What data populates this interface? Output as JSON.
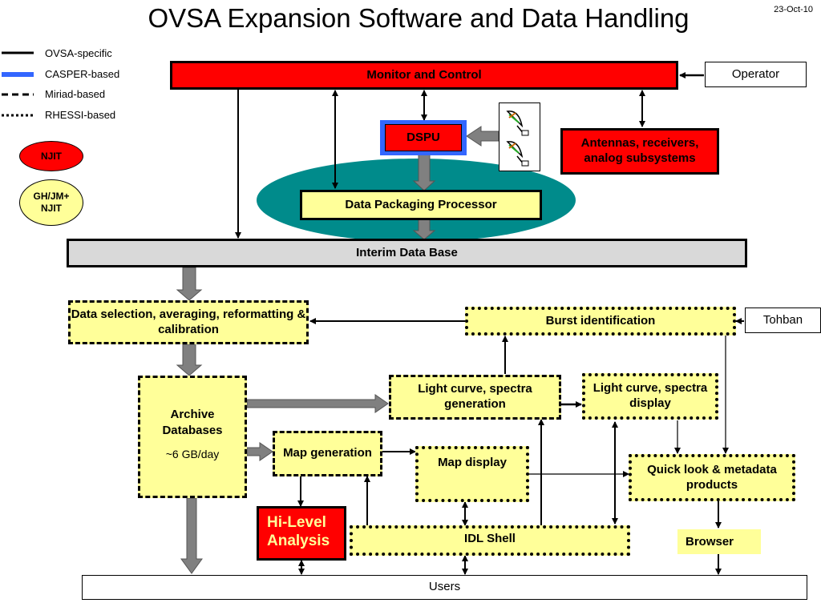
{
  "title": "OVSA Expansion Software and Data Handling",
  "date": "23-Oct-10",
  "legend": [
    {
      "label": "OVSA-specific"
    },
    {
      "label": "CASPER-based"
    },
    {
      "label": "Miriad-based"
    },
    {
      "label": "RHESSI-based"
    }
  ],
  "badges": {
    "njit": "NJIT",
    "ghjm_line1": "GH/JM+",
    "ghjm_line2": "NJIT"
  },
  "colors": {
    "red": "#ff0000",
    "casper_blue": "#3366ff",
    "teal": "#008b8b",
    "yellow": "#ffff99",
    "gray_arrow": "#808080",
    "interim_gray": "#d9d9d9"
  },
  "nodes": {
    "monitor_control": "Monitor and Control",
    "operator": "Operator",
    "dspu": "DSPU",
    "antennas": "Antennas, receivers, analog subsystems",
    "data_packaging": "Data Packaging Processor",
    "interim_db": "Interim Data Base",
    "data_selection": "Data selection, averaging, reformatting  &  calibration",
    "burst_id": "Burst identification",
    "tohban": "Tohban",
    "archive_line1": "Archive",
    "archive_line2": "Databases",
    "archive_size": "~6 GB/day",
    "lc_generation": "Light curve, spectra generation",
    "lc_display": "Light curve, spectra   display",
    "map_generation": "Map generation",
    "map_display": "Map   display",
    "quicklook": "Quick look  & metadata products",
    "hi_level": "Hi-Level Analysis",
    "idl_shell": "IDL Shell",
    "browser": "Browser",
    "users": "Users"
  }
}
